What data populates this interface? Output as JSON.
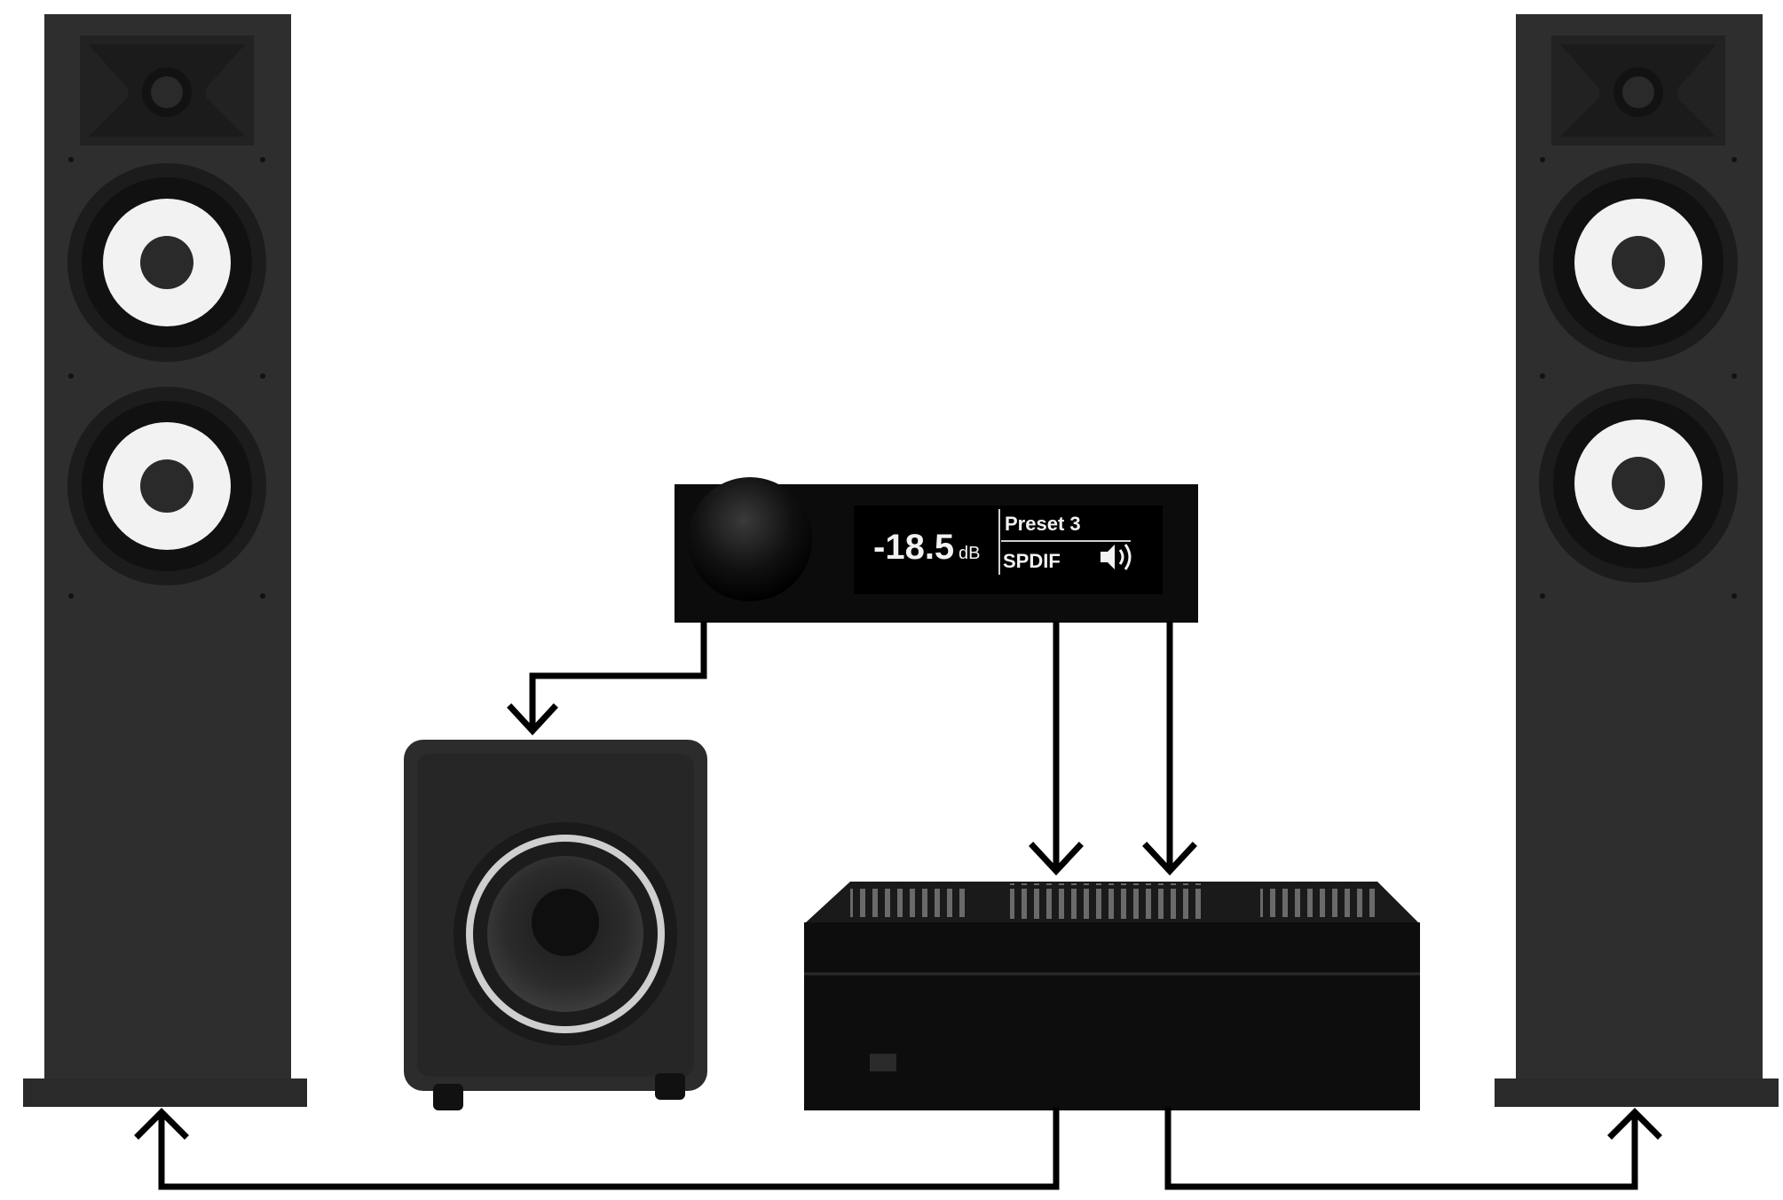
{
  "dsp_display": {
    "volume_value": "-18.5",
    "volume_unit": "dB",
    "preset_label": "Preset 3",
    "input_label": "SPDIF",
    "speaker_icon": "speaker-volume-icon"
  },
  "colors": {
    "background": "#ffffff",
    "cabinet": "#2e2e2e",
    "cabinet_dark": "#1e1e1e",
    "woofer_cone": "#f2f2f2",
    "device_black": "#0c0c0c",
    "display_bg": "#000000",
    "display_text": "#f2f2f2",
    "signal_line": "#000000"
  }
}
